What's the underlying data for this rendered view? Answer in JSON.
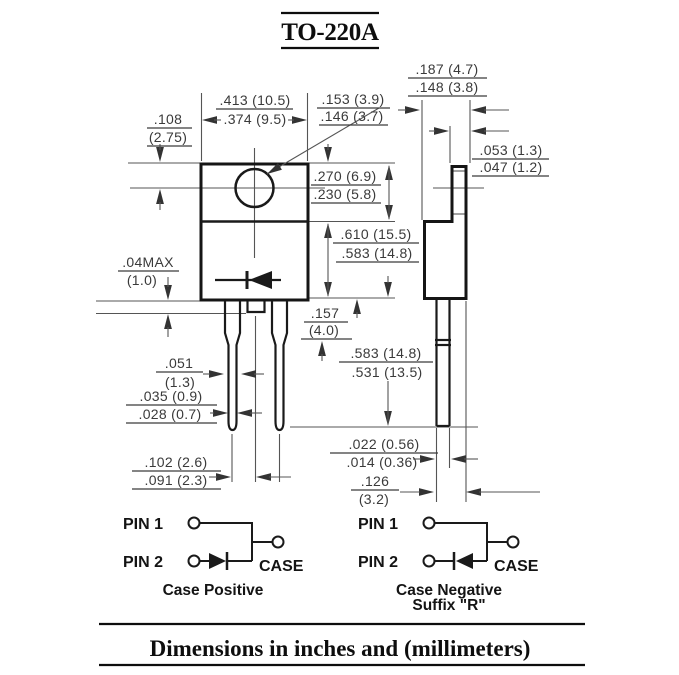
{
  "title": "TO-220A",
  "footer": "Dimensions in inches and (millimeters)",
  "colors": {
    "ink": "#1a1a1a",
    "dim_line": "#555555",
    "background": "#ffffff"
  },
  "dims": {
    "d108": {
      "top": ".108",
      "bot": "(2.75)"
    },
    "d413": {
      "top": ".413 (10.5)",
      "bot": ".374 (9.5)"
    },
    "d153": {
      "top": ".153 (3.9)",
      "bot": ".146 (3.7)"
    },
    "d187": {
      "top": ".187 (4.7)",
      "bot": ".148 (3.8)"
    },
    "d053": {
      "top": ".053 (1.3)",
      "bot": ".047 (1.2)"
    },
    "d270": {
      "top": ".270 (6.9)",
      "bot": ".230 (5.8)"
    },
    "d610": {
      "top": ".610 (15.5)",
      "bot": ".583 (14.8)"
    },
    "d04": {
      "top": ".04MAX",
      "bot": "(1.0)"
    },
    "d157": {
      "top": ".157",
      "bot": "(4.0)"
    },
    "d583": {
      "top": ".583 (14.8)",
      "bot": ".531 (13.5)"
    },
    "d051": {
      "top": ".051",
      "bot": "(1.3)"
    },
    "d035": {
      "top": ".035 (0.9)",
      "bot": ".028 (0.7)"
    },
    "d102": {
      "top": ".102 (2.6)",
      "bot": ".091 (2.3)"
    },
    "d022": {
      "top": ".022 (0.56)",
      "bot": ".014 (0.36)"
    },
    "d126": {
      "top": ".126",
      "bot": "(3.2)"
    }
  },
  "schematic_left": {
    "pin1": "PIN 1",
    "pin2": "PIN 2",
    "case": "CASE",
    "caption": "Case Positive"
  },
  "schematic_right": {
    "pin1": "PIN 1",
    "pin2": "PIN 2",
    "case": "CASE",
    "caption_line1": "Case Negative",
    "caption_line2": "Suffix \"R\""
  }
}
